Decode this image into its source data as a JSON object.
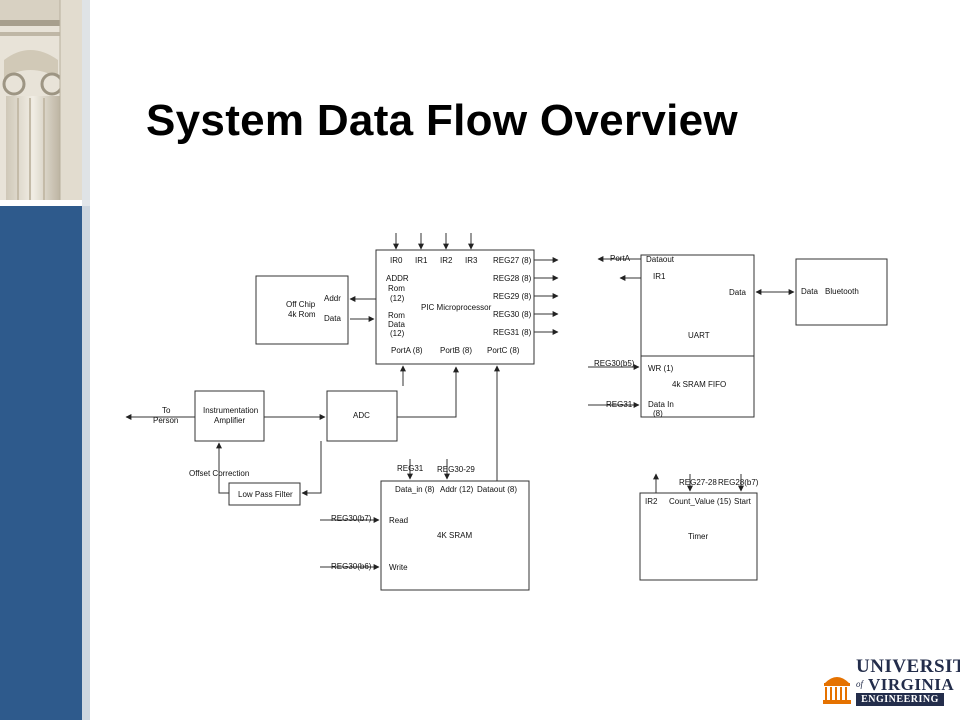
{
  "slide": {
    "title": "System Data Flow Overview"
  },
  "colors": {
    "sidebar_blue": "#2e5a8c",
    "accent_orange": "#e57200",
    "uva_navy": "#232d4b"
  },
  "logo": {
    "word_university": "UNIVERSITY",
    "word_of": "of",
    "word_virginia": "VIRGINIA",
    "word_engineering": "ENGINEERING"
  },
  "blocks": {
    "pic": {
      "name": "PIC Microprocessor",
      "ir0": "IR0",
      "ir1": "IR1",
      "ir2": "IR2",
      "ir3": "IR3",
      "reg27": "REG27 (8)",
      "reg28": "REG28 (8)",
      "reg29": "REG29 (8)",
      "reg30": "REG30 (8)",
      "reg31": "REG31 (8)",
      "addr_rom": [
        "ADDR",
        "Rom",
        "(12)"
      ],
      "rom_data": [
        "Rom",
        "Data",
        "(12)"
      ],
      "porta": "PortA (8)",
      "portb": "PortB (8)",
      "portc": "PortC (8)"
    },
    "offchip_rom": {
      "name": [
        "Off Chip",
        "4k Rom"
      ],
      "addr": "Addr",
      "data": "Data"
    },
    "uart": {
      "name": "UART",
      "dataout": "Dataout",
      "ir1": "IR1",
      "data": "Data"
    },
    "fifo": {
      "name": "4k SRAM FIFO",
      "wr": "WR (1)",
      "data_in": [
        "Data In",
        "(8)"
      ]
    },
    "bluetooth": {
      "data": "Data",
      "name": "Bluetooth"
    },
    "instr_amp": {
      "name": [
        "Instrumentation",
        "Amplifier"
      ]
    },
    "adc": {
      "name": "ADC"
    },
    "lpf": {
      "name": "Low Pass Filter"
    },
    "sram": {
      "name": "4K SRAM",
      "data_in": "Data_in (8)",
      "addr": "Addr (12)",
      "dataout": "Dataout (8)",
      "read": "Read",
      "write": "Write"
    },
    "timer": {
      "name": "Timer",
      "ir2": "IR2",
      "count": "Count_Value (15)",
      "start": "Start"
    }
  },
  "signals": {
    "porta": "PortA",
    "reg30_b5": "REG30(b5)",
    "reg31_fifo": "REG31",
    "to_person": [
      "To",
      "Person"
    ],
    "offset_correction": "Offset Correction",
    "reg31_sram": "REG31",
    "reg30_29": "REG30-29",
    "reg30_b7": "REG30(b7)",
    "reg30_b6": "REG30(b6)",
    "reg27_28": "REG27-28",
    "reg28_b7": "REG28(b7)"
  }
}
